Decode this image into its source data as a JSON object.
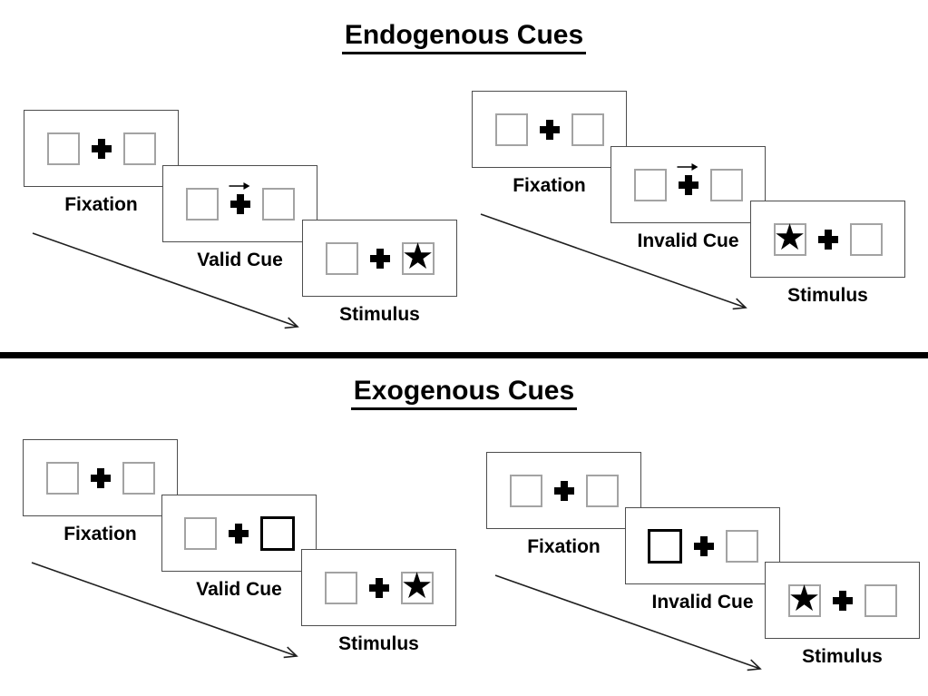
{
  "page": {
    "background": "#ffffff"
  },
  "colors": {
    "text": "#000000",
    "divider": "#000000",
    "screen_border": "#4d4d4d",
    "square_border": "#a3a3a3",
    "bold_square_border": "#000000",
    "arrow": "#1f1f1f"
  },
  "glyphs": {
    "star": "★"
  },
  "sections": [
    {
      "name": "endogenous",
      "title": "Endogenous Cues",
      "panels": [
        {
          "name": "valid-cue-trial",
          "screens": [
            {
              "type": "fixation",
              "label": "Fixation",
              "left_box": "empty",
              "right_box": "empty",
              "cue_arrow": null
            },
            {
              "type": "cue",
              "label": "Valid Cue",
              "left_box": "empty",
              "right_box": "empty",
              "cue_arrow": "right"
            },
            {
              "type": "stimulus",
              "label": "Stimulus",
              "left_box": "empty",
              "right_box": "star",
              "cue_arrow": null
            }
          ]
        },
        {
          "name": "invalid-cue-trial",
          "screens": [
            {
              "type": "fixation",
              "label": "Fixation",
              "left_box": "empty",
              "right_box": "empty",
              "cue_arrow": null
            },
            {
              "type": "cue",
              "label": "Invalid Cue",
              "left_box": "empty",
              "right_box": "empty",
              "cue_arrow": "right"
            },
            {
              "type": "stimulus",
              "label": "Stimulus",
              "left_box": "star",
              "right_box": "empty",
              "cue_arrow": null
            }
          ]
        }
      ]
    },
    {
      "name": "exogenous",
      "title": "Exogenous Cues",
      "panels": [
        {
          "name": "valid-cue-trial",
          "screens": [
            {
              "type": "fixation",
              "label": "Fixation",
              "left_box": "empty",
              "right_box": "empty",
              "cue_arrow": null
            },
            {
              "type": "cue",
              "label": "Valid Cue",
              "left_box": "empty",
              "right_box": "bold",
              "cue_arrow": null
            },
            {
              "type": "stimulus",
              "label": "Stimulus",
              "left_box": "empty",
              "right_box": "star",
              "cue_arrow": null
            }
          ]
        },
        {
          "name": "invalid-cue-trial",
          "screens": [
            {
              "type": "fixation",
              "label": "Fixation",
              "left_box": "empty",
              "right_box": "empty",
              "cue_arrow": null
            },
            {
              "type": "cue",
              "label": "Invalid Cue",
              "left_box": "bold",
              "right_box": "empty",
              "cue_arrow": null
            },
            {
              "type": "stimulus",
              "label": "Stimulus",
              "left_box": "star",
              "right_box": "empty",
              "cue_arrow": null
            }
          ]
        }
      ]
    }
  ]
}
